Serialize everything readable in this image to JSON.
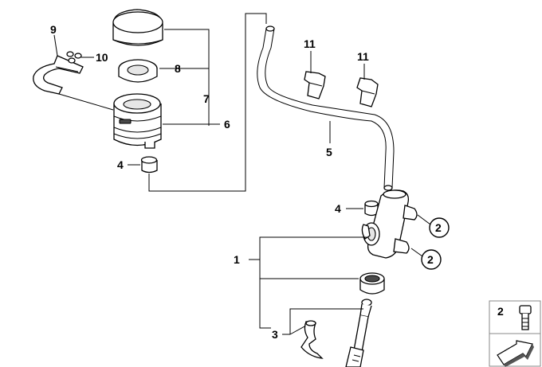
{
  "callouts": {
    "c1": "1",
    "c2a": "2",
    "c2b": "2",
    "c3": "3",
    "c4a": "4",
    "c4b": "4",
    "c5": "5",
    "c6": "6",
    "c7": "7",
    "c8": "8",
    "c9": "9",
    "c10": "10",
    "c11a": "11",
    "c11b": "11"
  },
  "legend": {
    "number": "2"
  },
  "colors": {
    "line": "#000000",
    "part_fill": "#ffffff",
    "shade": "#e6e6e6"
  }
}
